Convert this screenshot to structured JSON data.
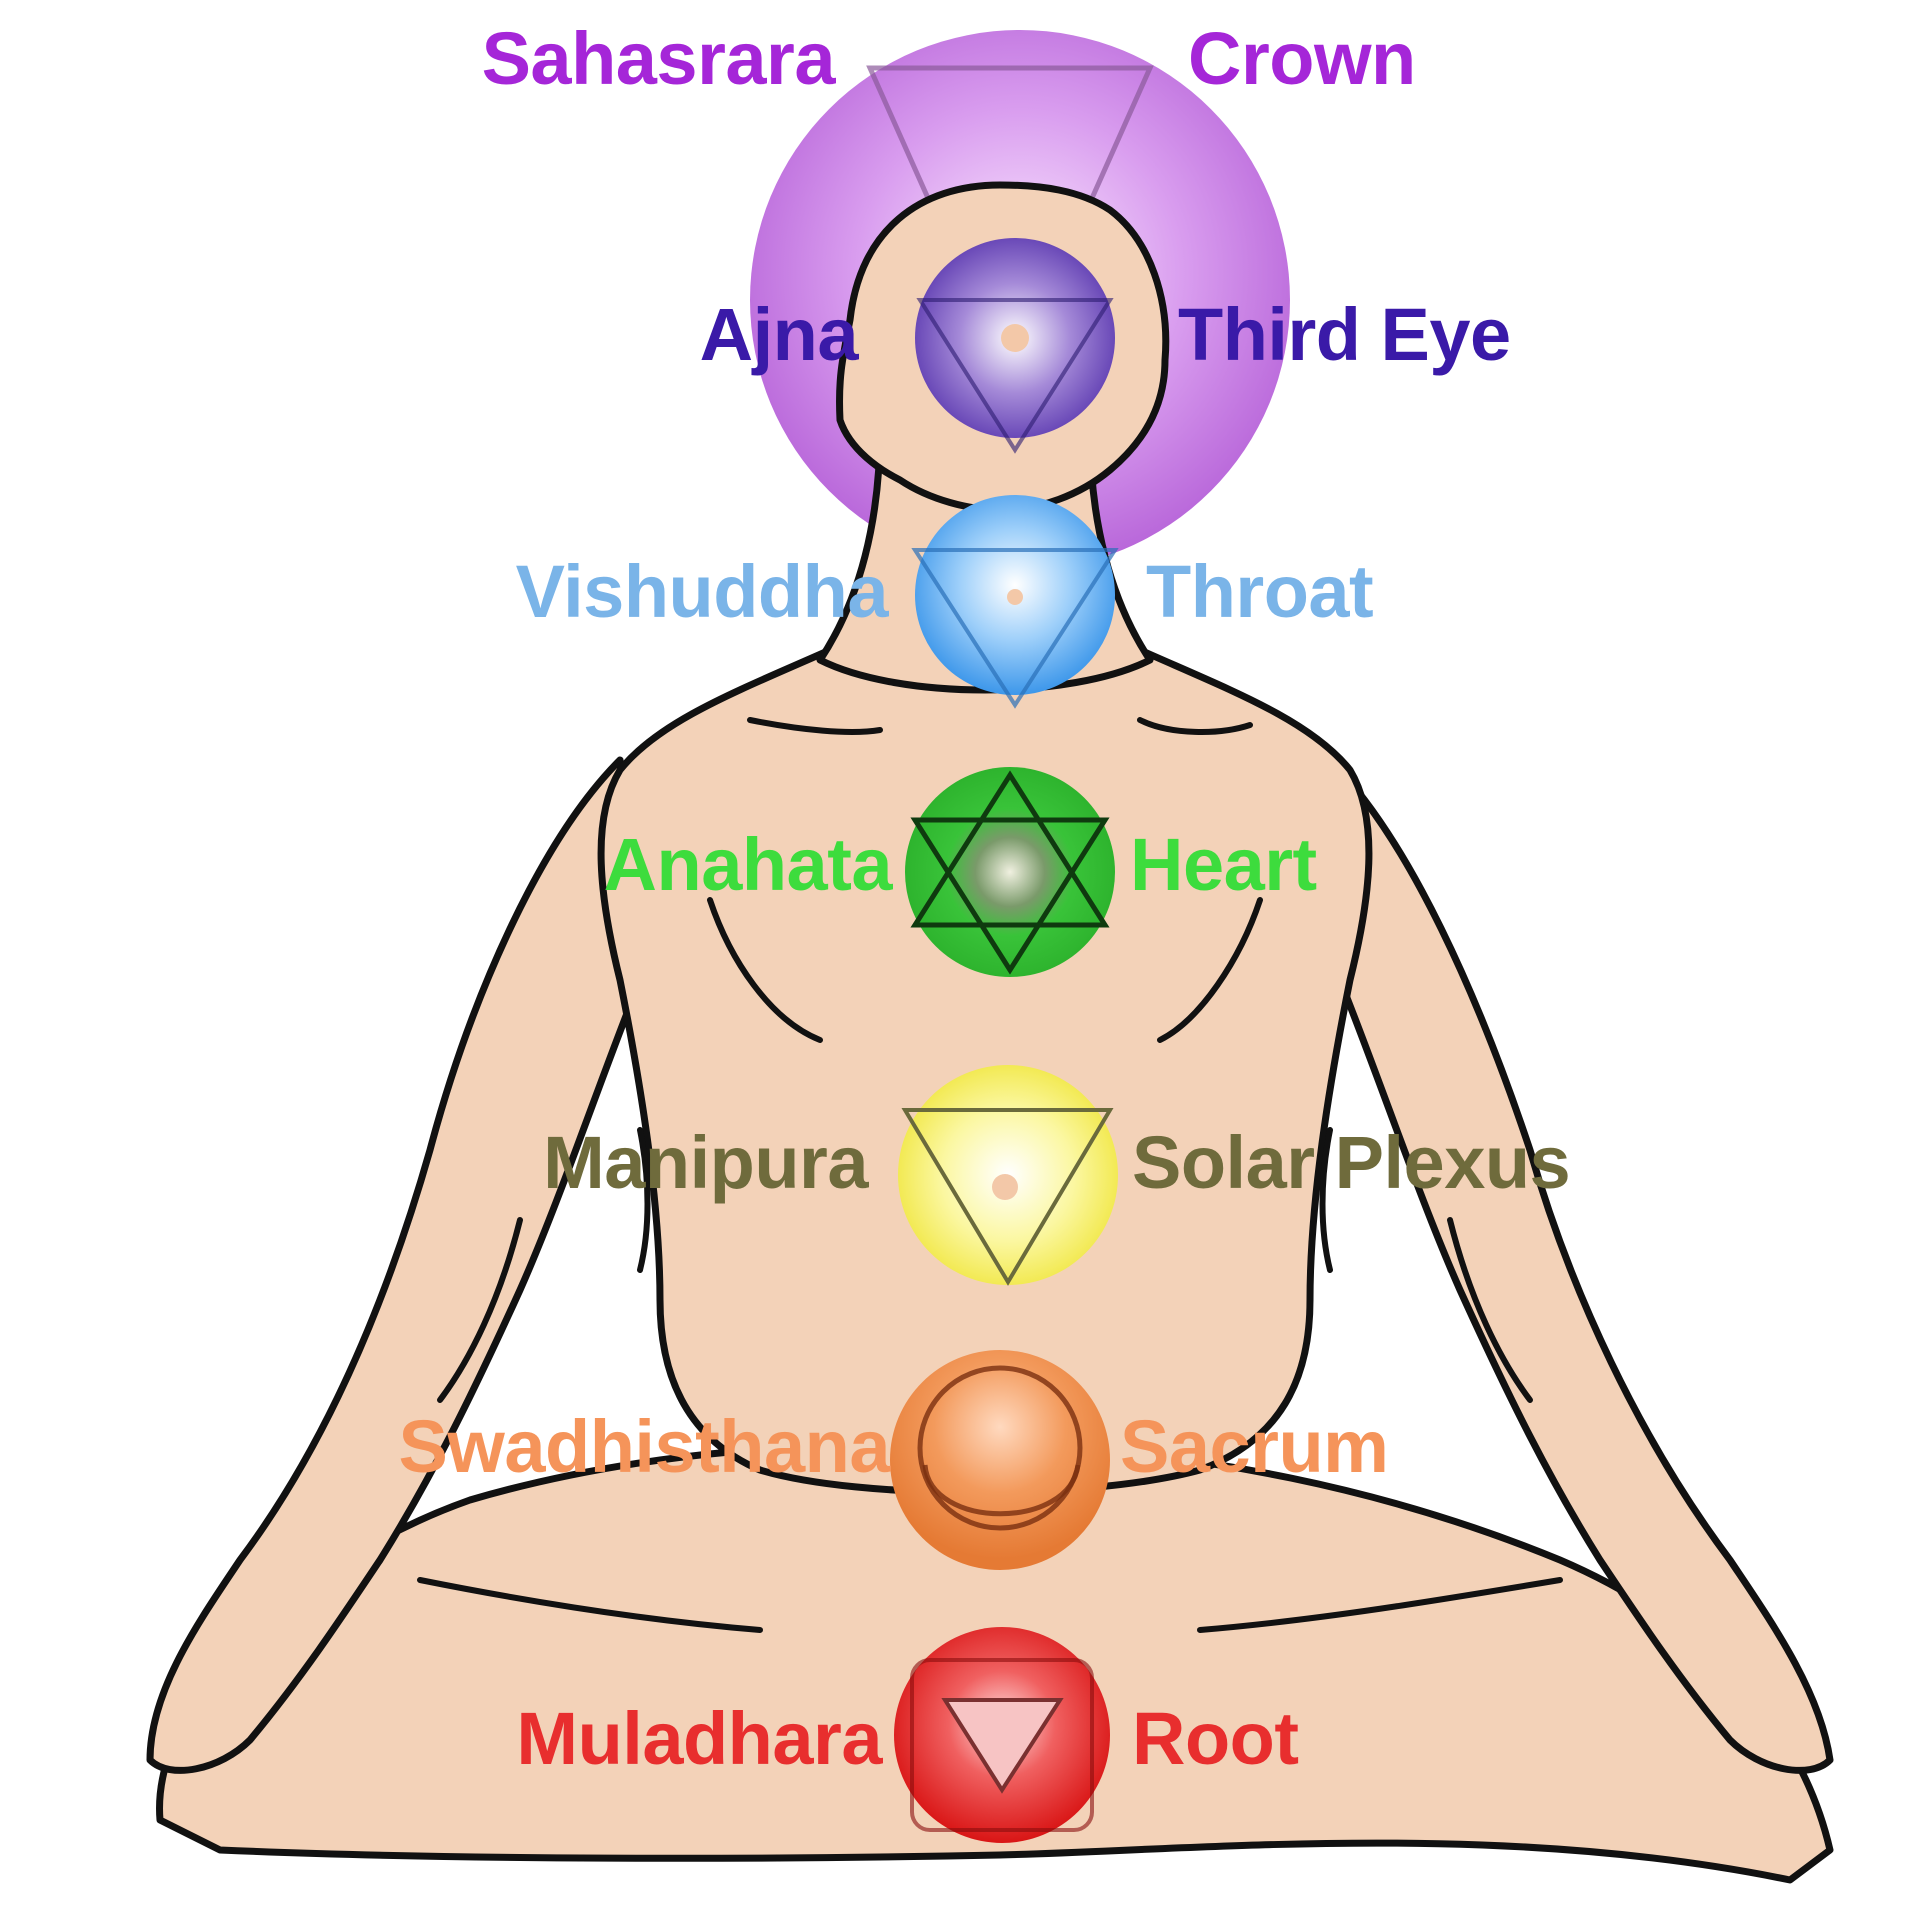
{
  "chakras": [
    {
      "id": "crown",
      "sanskrit": "Sahasrara",
      "english": "Crown",
      "color": "#a526d8",
      "fill": "#c77de6",
      "symbol": "inverted-triangle"
    },
    {
      "id": "third-eye",
      "sanskrit": "Ajna",
      "english": "Third Eye",
      "color": "#3a1aa8",
      "fill": "#7a55c8",
      "symbol": "inverted-triangle"
    },
    {
      "id": "throat",
      "sanskrit": "Vishuddha",
      "english": "Throat",
      "color": "#7ab4e8",
      "fill": "#5aa8f0",
      "symbol": "inverted-triangle"
    },
    {
      "id": "heart",
      "sanskrit": "Anahata",
      "english": "Heart",
      "color": "#3ddc3d",
      "fill": "#3ccb3c",
      "symbol": "hexagram"
    },
    {
      "id": "solar-plexus",
      "sanskrit": "Manipura",
      "english": "Solar Plexus",
      "color": "#6f6b3c",
      "fill": "#f6f060",
      "symbol": "inverted-triangle"
    },
    {
      "id": "sacral",
      "sanskrit": "Swadhisthana",
      "english": "Sacrum",
      "color": "#f5945a",
      "fill": "#f08a4a",
      "symbol": "crescent"
    },
    {
      "id": "root",
      "sanskrit": "Muladhara",
      "english": "Root",
      "color": "#e82e2e",
      "fill": "#e62020",
      "symbol": "inverted-triangle"
    }
  ],
  "figure": {
    "skin": "#f3d2b8",
    "outline": "#111111"
  }
}
